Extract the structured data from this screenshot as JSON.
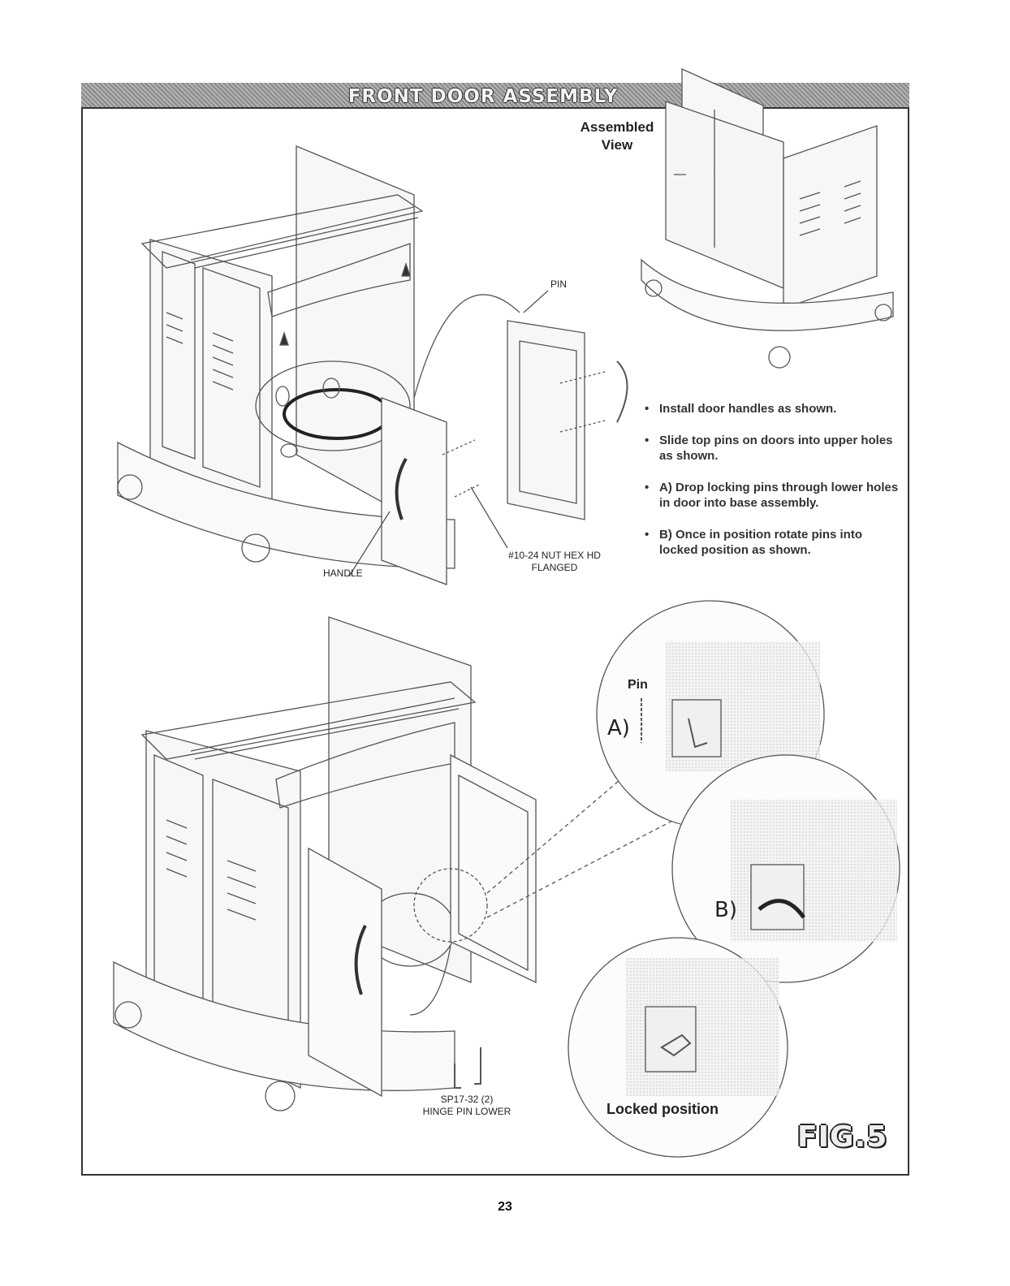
{
  "banner_title": "FRONT DOOR ASSEMBLY",
  "assembled_view": [
    "Assembled",
    "View"
  ],
  "labels": {
    "pin": "PIN",
    "handle": "HANDLE",
    "nut": [
      "#10-24 NUT HEX HD",
      "FLANGED"
    ],
    "hinge": [
      "SP17-32 (2)",
      "HINGE PIN LOWER"
    ]
  },
  "steps": [
    "Install door handles as shown.",
    "Slide top pins on doors into upper holes as shown.",
    "A) Drop locking pins through lower holes in door into base assembly.",
    "B) Once in position rotate pins into locked position as shown."
  ],
  "detail": {
    "pin": "Pin",
    "a": "A)",
    "b": "B)",
    "locked": "Locked position"
  },
  "figure": "FIG.5",
  "page_number": "23"
}
